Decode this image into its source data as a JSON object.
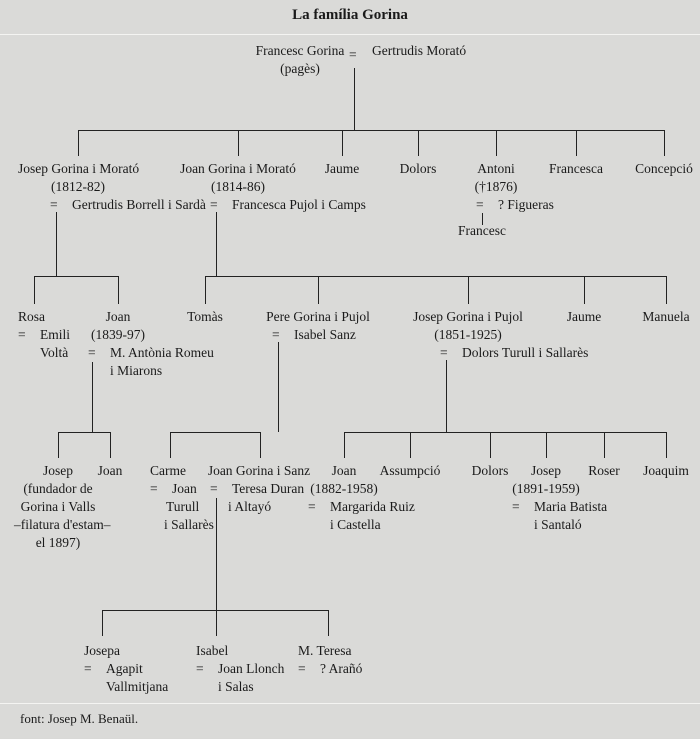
{
  "title": "La família Gorina",
  "footnote": "font: Josep M. Benaül.",
  "symbols": {
    "marriage": "="
  },
  "gen1": {
    "husband": "Francesc Gorina",
    "husband_note": "(pagès)",
    "wife": "Gertrudis Morató"
  },
  "gen2": {
    "josep": {
      "name": "Josep Gorina i Morató",
      "dates": "(1812-82)",
      "spouse": "Gertrudis Borrell i Sardà"
    },
    "joan": {
      "name": "Joan Gorina i Morató",
      "dates": "(1814-86)",
      "spouse": "Francesca Pujol i Camps"
    },
    "jaume": "Jaume",
    "dolors": "Dolors",
    "antoni": {
      "name": "Antoni",
      "dates": "(†1876)",
      "spouse": "? Figueras",
      "child": "Francesc"
    },
    "francesca": "Francesca",
    "concepcio": "Concepció"
  },
  "gen3a": {
    "rosa": {
      "name": "Rosa",
      "spouse_l1": "Emili",
      "spouse_l2": "Voltà"
    },
    "joan": {
      "name": "Joan",
      "dates": "(1839-97)",
      "spouse_l1": "M. Antònia Romeu",
      "spouse_l2": "i Miarons"
    }
  },
  "gen3b": {
    "tomas": "Tomàs",
    "pere": {
      "name": "Pere Gorina i Pujol",
      "spouse": "Isabel Sanz"
    },
    "josep": {
      "name": "Josep Gorina i Pujol",
      "dates": "(1851-1925)",
      "spouse": "Dolors Turull i Sallarès"
    },
    "jaume": "Jaume",
    "manuela": "Manuela"
  },
  "gen4a": {
    "josep": {
      "line1": "Josep",
      "line2": "(fundador de",
      "line3": "Gorina i Valls",
      "line4": "–filatura d'estam–",
      "line5": "el 1897)"
    },
    "joan": "Joan"
  },
  "gen4b": {
    "carme": {
      "name": "Carme",
      "spouse_l1": "Joan",
      "spouse_l2": "Turull",
      "spouse_l3": "i Sallarès"
    },
    "joan": {
      "name": "Joan Gorina i Sanz",
      "spouse_l1": "Teresa Duran",
      "spouse_l2": "i Altayó"
    }
  },
  "gen4c": {
    "joan": {
      "name": "Joan",
      "dates": "(1882-1958)",
      "spouse_l1": "Margarida Ruiz",
      "spouse_l2": "i Castella"
    },
    "assumpcio": "Assumpció",
    "dolors": "Dolors",
    "josep": {
      "name": "Josep",
      "dates": "(1891-1959)",
      "spouse_l1": "Maria Batista",
      "spouse_l2": "i Santaló"
    },
    "roser": "Roser",
    "joaquim": "Joaquim"
  },
  "gen5": {
    "josepa": {
      "name": "Josepa",
      "spouse_l1": "Agapit",
      "spouse_l2": "Vallmitjana"
    },
    "isabel": {
      "name": "Isabel",
      "spouse_l1": "Joan Llonch",
      "spouse_l2": "i Salas"
    },
    "mteresa": {
      "name": "M. Teresa",
      "spouse": "? Arañó"
    }
  }
}
